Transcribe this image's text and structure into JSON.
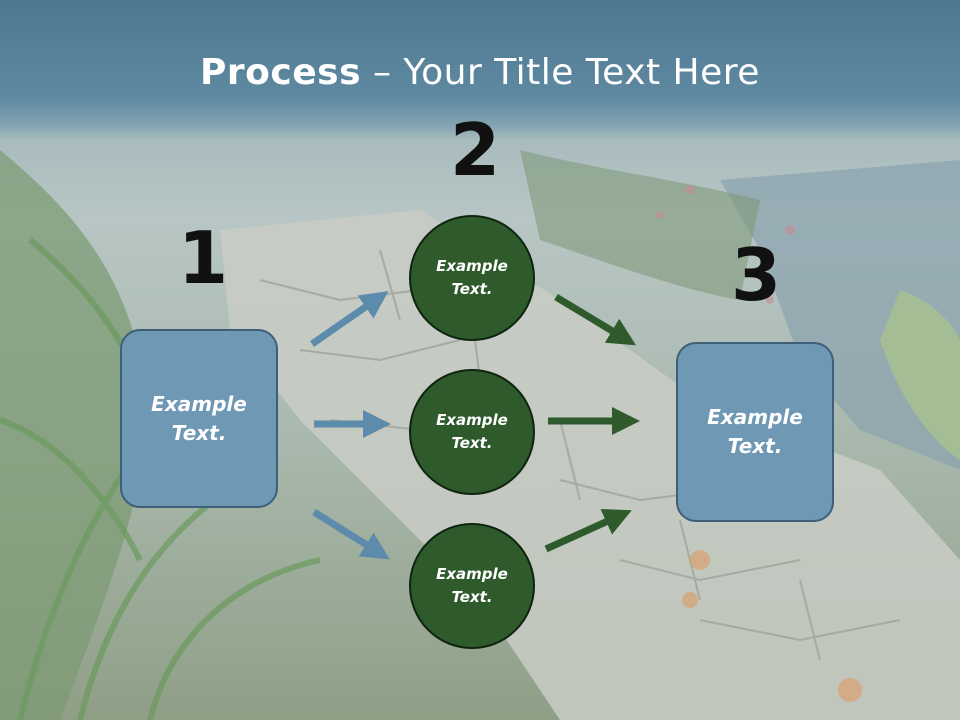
{
  "title": {
    "bold": "Process",
    "rest": " – Your Title Text Here"
  },
  "numbers": [
    "1",
    "2",
    "3"
  ],
  "left_box": {
    "label": "Example\nText."
  },
  "right_box": {
    "label": "Example\nText."
  },
  "circles": [
    {
      "label": "Example\nText."
    },
    {
      "label": "Example\nText."
    },
    {
      "label": "Example\nText."
    }
  ],
  "colors": {
    "box_fill": "#6f98b5",
    "circle_fill": "#2e5a2c",
    "blue_arrow": "#5d8bac",
    "green_arrow": "#2e5a2c"
  }
}
